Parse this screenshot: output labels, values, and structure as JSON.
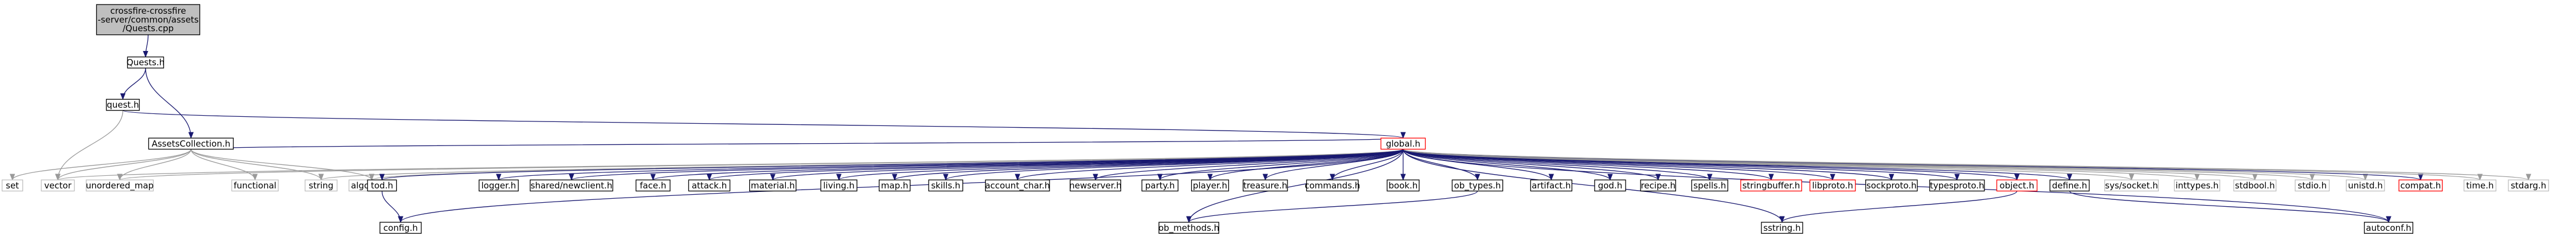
{
  "title": "Include dependency graph for Quests.cpp",
  "colors": {
    "root_fill": "#bfbfbf",
    "root_border": "#000000",
    "normal_border": "#000000",
    "system_border": "#bfbfbf",
    "truncated_border": "#ff0000",
    "edge": "#191970",
    "edge_grey": "#9a9a9a"
  },
  "nodes": [
    {
      "id": "quests_cpp",
      "label": [
        "crossfire-crossfire",
        "-server/common/assets",
        "/Quests.cpp"
      ],
      "kind": "root"
    },
    {
      "id": "quests_h",
      "label": [
        "Quests.h"
      ],
      "kind": "normal"
    },
    {
      "id": "quest_h",
      "label": [
        "quest.h"
      ],
      "kind": "normal"
    },
    {
      "id": "assetscollection_h",
      "label": [
        "AssetsCollection.h"
      ],
      "kind": "normal"
    },
    {
      "id": "global_h",
      "label": [
        "global.h"
      ],
      "kind": "truncated"
    },
    {
      "id": "set",
      "label": [
        "set"
      ],
      "kind": "system"
    },
    {
      "id": "vector",
      "label": [
        "vector"
      ],
      "kind": "system"
    },
    {
      "id": "unordered_map",
      "label": [
        "unordered_map"
      ],
      "kind": "system"
    },
    {
      "id": "functional",
      "label": [
        "functional"
      ],
      "kind": "system"
    },
    {
      "id": "string",
      "label": [
        "string"
      ],
      "kind": "system"
    },
    {
      "id": "algorithm",
      "label": [
        "algorithm"
      ],
      "kind": "system"
    },
    {
      "id": "tod_h",
      "label": [
        "tod.h"
      ],
      "kind": "normal"
    },
    {
      "id": "config_h",
      "label": [
        "config.h"
      ],
      "kind": "normal"
    },
    {
      "id": "logger_h",
      "label": [
        "logger.h"
      ],
      "kind": "normal"
    },
    {
      "id": "newclient_h",
      "label": [
        "shared/newclient.h"
      ],
      "kind": "normal"
    },
    {
      "id": "face_h",
      "label": [
        "face.h"
      ],
      "kind": "normal"
    },
    {
      "id": "attack_h",
      "label": [
        "attack.h"
      ],
      "kind": "normal"
    },
    {
      "id": "material_h",
      "label": [
        "material.h"
      ],
      "kind": "normal"
    },
    {
      "id": "living_h",
      "label": [
        "living.h"
      ],
      "kind": "normal"
    },
    {
      "id": "map_h",
      "label": [
        "map.h"
      ],
      "kind": "normal"
    },
    {
      "id": "skills_h",
      "label": [
        "skills.h"
      ],
      "kind": "normal"
    },
    {
      "id": "account_char_h",
      "label": [
        "account_char.h"
      ],
      "kind": "normal"
    },
    {
      "id": "newserver_h",
      "label": [
        "newserver.h"
      ],
      "kind": "normal"
    },
    {
      "id": "party_h",
      "label": [
        "party.h"
      ],
      "kind": "normal"
    },
    {
      "id": "player_h",
      "label": [
        "player.h"
      ],
      "kind": "normal"
    },
    {
      "id": "treasure_h",
      "label": [
        "treasure.h"
      ],
      "kind": "normal"
    },
    {
      "id": "commands_h",
      "label": [
        "commands.h"
      ],
      "kind": "normal"
    },
    {
      "id": "book_h",
      "label": [
        "book.h"
      ],
      "kind": "normal"
    },
    {
      "id": "ob_types_h",
      "label": [
        "ob_types.h"
      ],
      "kind": "normal"
    },
    {
      "id": "artifact_h",
      "label": [
        "artifact.h"
      ],
      "kind": "normal"
    },
    {
      "id": "god_h",
      "label": [
        "god.h"
      ],
      "kind": "normal"
    },
    {
      "id": "recipe_h",
      "label": [
        "recipe.h"
      ],
      "kind": "normal"
    },
    {
      "id": "spells_h",
      "label": [
        "spells.h"
      ],
      "kind": "normal"
    },
    {
      "id": "stringbuffer_h",
      "label": [
        "stringbuffer.h"
      ],
      "kind": "truncated"
    },
    {
      "id": "libproto_h",
      "label": [
        "libproto.h"
      ],
      "kind": "truncated"
    },
    {
      "id": "sockproto_h",
      "label": [
        "sockproto.h"
      ],
      "kind": "normal"
    },
    {
      "id": "typesproto_h",
      "label": [
        "typesproto.h"
      ],
      "kind": "normal"
    },
    {
      "id": "object_h",
      "label": [
        "object.h"
      ],
      "kind": "truncated"
    },
    {
      "id": "define_h",
      "label": [
        "define.h"
      ],
      "kind": "normal"
    },
    {
      "id": "sys_socket_h",
      "label": [
        "sys/socket.h"
      ],
      "kind": "system"
    },
    {
      "id": "inttypes_h",
      "label": [
        "inttypes.h"
      ],
      "kind": "system"
    },
    {
      "id": "stdbool_h",
      "label": [
        "stdbool.h"
      ],
      "kind": "system"
    },
    {
      "id": "stdio_h",
      "label": [
        "stdio.h"
      ],
      "kind": "system"
    },
    {
      "id": "unistd_h",
      "label": [
        "unistd.h"
      ],
      "kind": "system"
    },
    {
      "id": "compat_h",
      "label": [
        "compat.h"
      ],
      "kind": "truncated"
    },
    {
      "id": "time_h",
      "label": [
        "time.h"
      ],
      "kind": "system"
    },
    {
      "id": "stdarg_h",
      "label": [
        "stdarg.h"
      ],
      "kind": "system"
    },
    {
      "id": "ob_methods_h",
      "label": [
        "ob_methods.h"
      ],
      "kind": "normal"
    },
    {
      "id": "sstring_h",
      "label": [
        "sstring.h"
      ],
      "kind": "normal"
    },
    {
      "id": "autoconf_h",
      "label": [
        "autoconf.h"
      ],
      "kind": "normal"
    }
  ],
  "edges": [
    [
      "quests_cpp",
      "quests_h"
    ],
    [
      "quests_h",
      "quest_h"
    ],
    [
      "quests_h",
      "assetscollection_h"
    ],
    [
      "quest_h",
      "global_h"
    ],
    [
      "quest_h",
      "vector"
    ],
    [
      "assetscollection_h",
      "set"
    ],
    [
      "assetscollection_h",
      "vector"
    ],
    [
      "assetscollection_h",
      "unordered_map"
    ],
    [
      "assetscollection_h",
      "functional"
    ],
    [
      "assetscollection_h",
      "string"
    ],
    [
      "assetscollection_h",
      "algorithm"
    ],
    [
      "assetscollection_h",
      "global_h"
    ],
    [
      "global_h",
      "vector"
    ],
    [
      "global_h",
      "unordered_map"
    ],
    [
      "global_h",
      "string"
    ],
    [
      "global_h",
      "algorithm"
    ],
    [
      "global_h",
      "tod_h"
    ],
    [
      "global_h",
      "config_h"
    ],
    [
      "global_h",
      "logger_h"
    ],
    [
      "global_h",
      "newclient_h"
    ],
    [
      "global_h",
      "face_h"
    ],
    [
      "global_h",
      "attack_h"
    ],
    [
      "global_h",
      "material_h"
    ],
    [
      "global_h",
      "living_h"
    ],
    [
      "global_h",
      "map_h"
    ],
    [
      "global_h",
      "skills_h"
    ],
    [
      "global_h",
      "account_char_h"
    ],
    [
      "global_h",
      "newserver_h"
    ],
    [
      "global_h",
      "party_h"
    ],
    [
      "global_h",
      "player_h"
    ],
    [
      "global_h",
      "treasure_h"
    ],
    [
      "global_h",
      "commands_h"
    ],
    [
      "global_h",
      "book_h"
    ],
    [
      "global_h",
      "ob_types_h"
    ],
    [
      "global_h",
      "artifact_h"
    ],
    [
      "global_h",
      "god_h"
    ],
    [
      "global_h",
      "recipe_h"
    ],
    [
      "global_h",
      "spells_h"
    ],
    [
      "global_h",
      "stringbuffer_h"
    ],
    [
      "global_h",
      "libproto_h"
    ],
    [
      "global_h",
      "sockproto_h"
    ],
    [
      "global_h",
      "typesproto_h"
    ],
    [
      "global_h",
      "object_h"
    ],
    [
      "global_h",
      "define_h"
    ],
    [
      "global_h",
      "sys_socket_h"
    ],
    [
      "global_h",
      "inttypes_h"
    ],
    [
      "global_h",
      "stdbool_h"
    ],
    [
      "global_h",
      "stdio_h"
    ],
    [
      "global_h",
      "unistd_h"
    ],
    [
      "global_h",
      "compat_h"
    ],
    [
      "global_h",
      "time_h"
    ],
    [
      "global_h",
      "stdarg_h"
    ],
    [
      "global_h",
      "ob_methods_h"
    ],
    [
      "global_h",
      "sstring_h"
    ],
    [
      "global_h",
      "autoconf_h"
    ],
    [
      "tod_h",
      "config_h"
    ],
    [
      "ob_types_h",
      "ob_methods_h"
    ],
    [
      "object_h",
      "sstring_h"
    ],
    [
      "define_h",
      "autoconf_h"
    ]
  ]
}
